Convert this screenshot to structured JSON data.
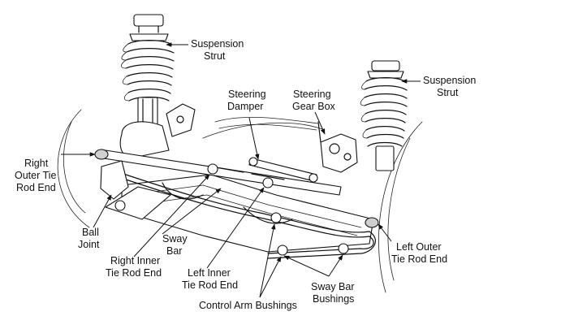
{
  "labels": {
    "suspension_strut_left": [
      "Suspension",
      "Strut"
    ],
    "suspension_strut_right": [
      "Suspension",
      "Strut"
    ],
    "steering_damper": [
      "Steering",
      "Damper"
    ],
    "steering_gear_box": [
      "Steering",
      "Gear Box"
    ],
    "right_outer_tie_rod_end": [
      "Right",
      "Outer Tie",
      "Rod End"
    ],
    "ball_joint": [
      "Ball",
      "Joint"
    ],
    "sway_bar": [
      "Sway",
      "Bar"
    ],
    "right_inner_tie_rod_end": [
      "Right Inner",
      "Tie Rod End"
    ],
    "left_inner_tie_rod_end": [
      "Left Inner",
      "Tie Rod End"
    ],
    "control_arm_bushings": [
      "Control Arm Bushings"
    ],
    "sway_bar_bushings": [
      "Sway Bar",
      "Bushings"
    ],
    "left_outer_tie_rod_end": [
      "Left Outer",
      "Tie Rod End"
    ]
  },
  "colors": {
    "ink": "#111111",
    "background": "#ffffff"
  }
}
